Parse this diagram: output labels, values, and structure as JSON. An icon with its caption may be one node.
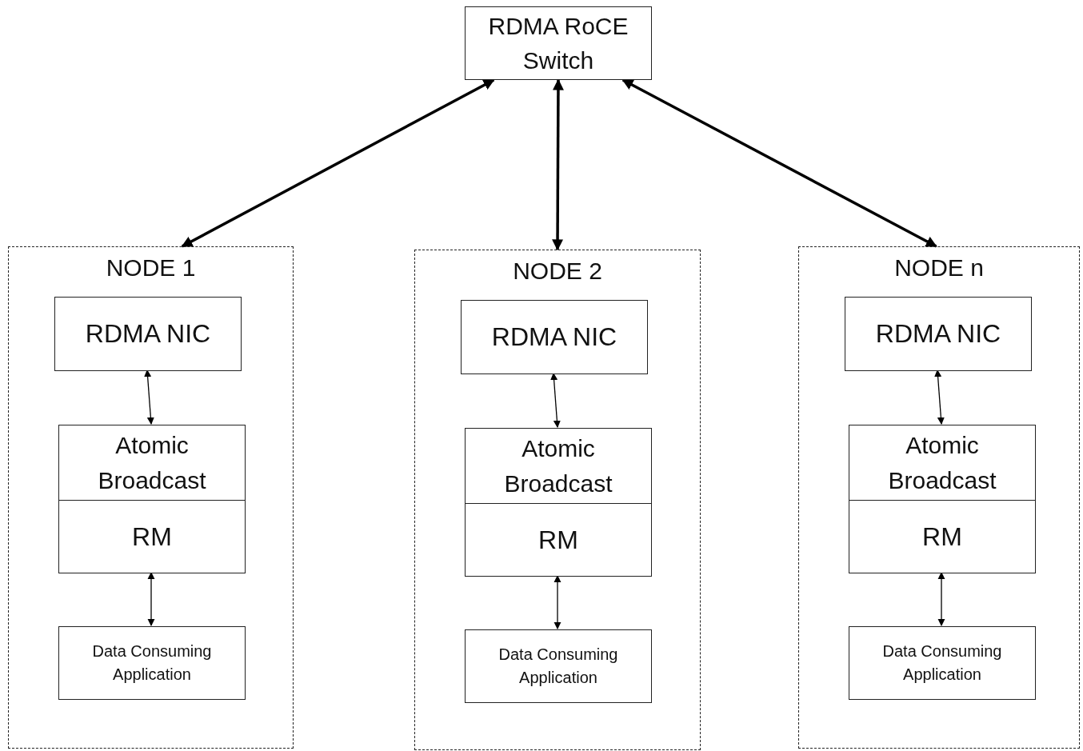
{
  "diagram": {
    "nodes": [
      {
        "text": [
          "RDMA RoCE Switch"
        ]
      },
      {
        "text": [
          "NODE 1"
        ]
      },
      {
        "text": [
          "RDMA NIC"
        ],
        "in": 1
      },
      {
        "text": [
          "Atomic Broadcast"
        ],
        "in": 1
      },
      {
        "text": [
          "RM"
        ],
        "in": 1
      },
      {
        "text": [
          "Data Consuming Application"
        ],
        "in": 1
      },
      {
        "text": [
          "NODE 2"
        ]
      },
      {
        "text": [
          "RDMA NIC"
        ],
        "in": 6
      },
      {
        "text": [
          "Atomic Broadcast"
        ],
        "in": 6
      },
      {
        "text": [
          "RM"
        ],
        "in": 6
      },
      {
        "text": [
          "Data Consuming Application"
        ],
        "in": 6
      },
      {
        "text": [
          "NODE n"
        ]
      },
      {
        "text": [
          "RDMA NIC"
        ],
        "in": 11
      },
      {
        "text": [
          "Atomic Broadcast"
        ],
        "in": 11
      },
      {
        "text": [
          "RM"
        ],
        "in": 11
      },
      {
        "text": [
          "Data Consuming Application"
        ],
        "in": 11
      }
    ],
    "edges": [
      {
        "from": 0,
        "to": 1,
        "arrow": "both",
        "style": "thick"
      },
      {
        "from": 0,
        "to": 6,
        "arrow": "both",
        "style": "thick"
      },
      {
        "from": 0,
        "to": 11,
        "arrow": "both",
        "style": "thick"
      },
      {
        "from": 2,
        "to": 3,
        "arrow": "both"
      },
      {
        "from": 4,
        "to": 5,
        "arrow": "both"
      },
      {
        "from": 7,
        "to": 8,
        "arrow": "both"
      },
      {
        "from": 9,
        "to": 10,
        "arrow": "both"
      },
      {
        "from": 12,
        "to": 13,
        "arrow": "both"
      },
      {
        "from": 14,
        "to": 15,
        "arrow": "both"
      }
    ]
  }
}
